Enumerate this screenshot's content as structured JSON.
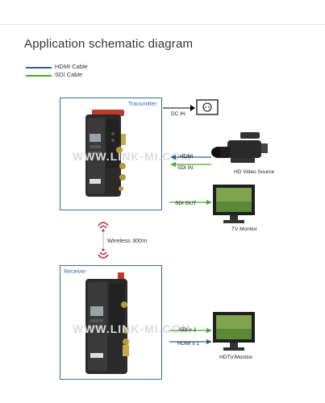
{
  "title": "Application schematic diagram",
  "legend": {
    "hdmi": {
      "label": "HDMI Cable",
      "color": "#2e5f8f"
    },
    "sdi": {
      "label": "SDI Cable",
      "color": "#49a82f"
    }
  },
  "transmitter": {
    "label": "Transmitter",
    "dc_in": "DC IN",
    "hdmi": "HDMI",
    "sdi_in": "SDI IN",
    "sdi_out": "SDI OUT",
    "source": "HD Video Source",
    "monitor": "TV Monitor"
  },
  "wireless": "Wireless 300m",
  "receiver": {
    "label": "Receiver",
    "sdi_x2": "SDI x 2",
    "hdmi_x1": "HDMI x 1",
    "monitor": "HDTV/Monitor"
  },
  "watermark": "WWW.LINK-MI.COM",
  "colors": {
    "box_border": "#3a6aa5",
    "hdmi": "#2e5f8f",
    "sdi": "#49a82f",
    "antenna": "#c0272d"
  }
}
